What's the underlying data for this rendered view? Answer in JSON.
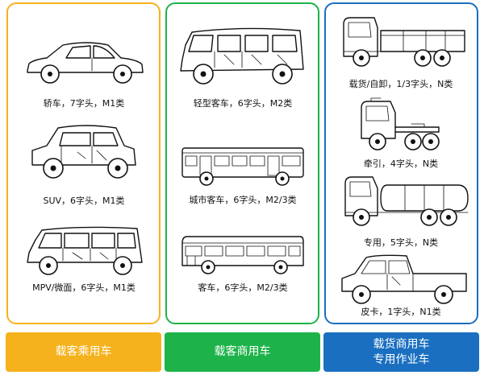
{
  "columns": [
    {
      "title": "载客乘用车",
      "color": "#f6b21c",
      "vehicles": [
        {
          "label": "轿车，7字头，M1类",
          "icon": "sedan-icon"
        },
        {
          "label": "SUV，6字头，M1类",
          "icon": "suv-icon"
        },
        {
          "label": "MPV/微面，6字头，M1类",
          "icon": "mpv-icon"
        }
      ]
    },
    {
      "title": "载客商用车",
      "color": "#1db34a",
      "vehicles": [
        {
          "label": "轻型客车，6字头，M2类",
          "icon": "light-bus-icon"
        },
        {
          "label": "城市客车，6字头，M2/3类",
          "icon": "city-bus-icon"
        },
        {
          "label": "客车，6字头，M2/3类",
          "icon": "coach-icon"
        }
      ]
    },
    {
      "title": "载货商用车\n专用作业车",
      "color": "#1a6fc0",
      "vehicles": [
        {
          "label": "载货/自卸，1/3字头，N类",
          "icon": "cargo-truck-icon"
        },
        {
          "label": "牵引，4字头，N类",
          "icon": "tractor-icon"
        },
        {
          "label": "专用，5字头，N类",
          "icon": "tanker-truck-icon"
        },
        {
          "label": "皮卡，1字头，N1类",
          "icon": "pickup-icon"
        }
      ]
    }
  ]
}
